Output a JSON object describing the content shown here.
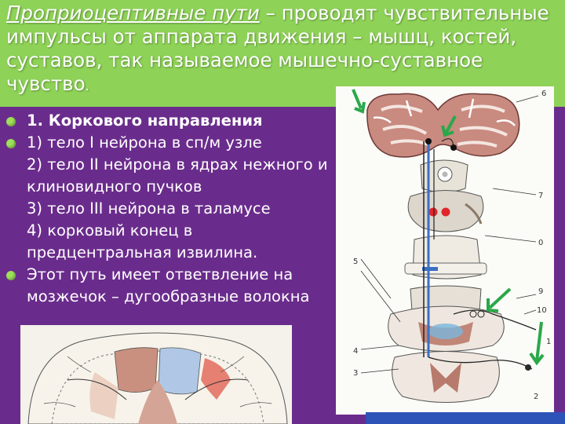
{
  "header": {
    "term": "Проприоцептивные пути",
    "line1_rest": " – проводят чувствительные",
    "line2": "импульсы от аппарата движения – мышц, костей,",
    "line3": "суставов, так называемое мышечно-суставное",
    "line4": "чувство",
    "line4_tail": "."
  },
  "bullets": [
    {
      "lines": [
        "1. Коркового направления"
      ],
      "bold": true
    },
    {
      "lines": [
        "1) тело I нейрона в сп/м узле",
        "2) тело II нейрона в ядрах нежного и",
        "клиновидного пучков",
        "3) тело  III нейрона в таламусе",
        "4) корковый конец в",
        "предцентральная извилина."
      ],
      "bold": false
    },
    {
      "lines": [
        "Этот путь имеет ответвление на",
        "мозжечок – дугообразные волокна"
      ],
      "bold": false
    }
  ],
  "figure_labels": [
    "6",
    "7",
    "0",
    "5",
    "9",
    "10",
    "1",
    "4",
    "3",
    "2"
  ],
  "colors": {
    "header_bg": "#8ed257",
    "slide_bg": "#6a2c8c",
    "bullet_dot": "#9ee05a",
    "arrow": "#2aa84a",
    "pathway_blue": "#3a6fc4",
    "nucleus_red": "#e0262a",
    "spinal_cord_brown": "#b07a6a"
  },
  "icons": [
    "green-arrow-icon",
    "bullet-dot-icon"
  ]
}
